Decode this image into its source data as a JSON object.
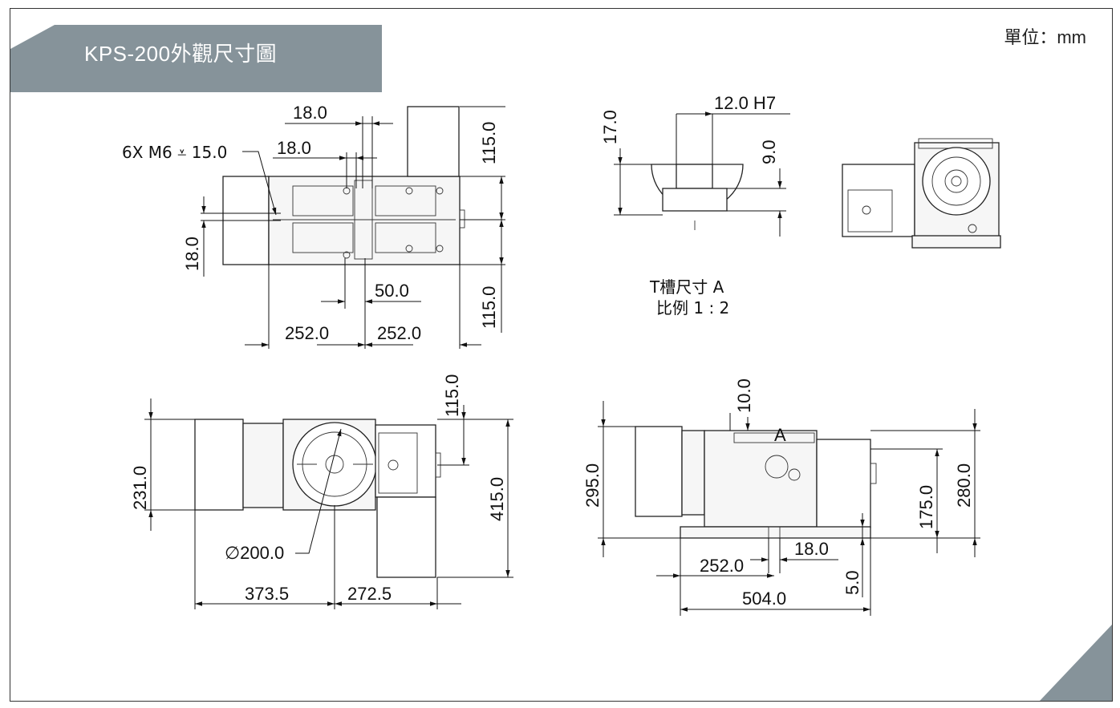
{
  "title": "KPS-200外觀尺寸圖",
  "unit_label": "單位：mm",
  "colors": {
    "banner": "#86939a",
    "frame": "#333333",
    "line": "#111111"
  },
  "top_view": {
    "d_18a": "18.0",
    "d_18b": "18.0",
    "tap_note": "6X M6 ⩡ 15.0",
    "d_18_side": "18.0",
    "d_115_upper": "115.0",
    "d_115_lower": "115.0",
    "d_50": "50.0",
    "d_252_left": "252.0",
    "d_252_right": "252.0"
  },
  "tslot": {
    "d_12": "12.0 H7",
    "d_17": "17.0",
    "d_9": "9.0",
    "caption_line1": "T槽尺寸 A",
    "caption_line2": "比例 1 : 2"
  },
  "front_view": {
    "d_231": "231.0",
    "d_115": "115.0",
    "d_415": "415.0",
    "d_dia": "∅200.0",
    "d_373": "373.5",
    "d_272": "272.5"
  },
  "side_view": {
    "d_10": "10.0",
    "section_mark": "A",
    "d_295": "295.0",
    "d_280": "280.0",
    "d_175": "175.0",
    "d_18": "18.0",
    "d_252": "252.0",
    "d_5": "5.0",
    "d_504": "504.0"
  }
}
